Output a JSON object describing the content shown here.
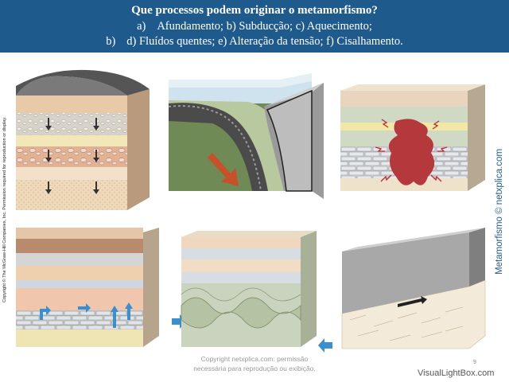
{
  "header": {
    "title": "Que processos podem originar o metamorfismo?",
    "line1_num": "a)",
    "line1": "Afundamento; b) Subducção; c) Aquecimento;",
    "line2_num": "b)",
    "line2": "d) Fluídos quentes; e) Alteração da tensão; f) Cisalhamento."
  },
  "side_copyright": "Copyright © The McGraw-Hill Companies, Inc. Permission required for reproduction or display.",
  "side_brand": "Metamorfismo © netxplica.com",
  "footer": {
    "line1": "Copyright netxplica.com: permissão",
    "line2": "necessária para reprodução ou exibição."
  },
  "page_number": "9",
  "watermark": "VisualLightBox.com",
  "colors": {
    "header_bg": "#1f5a8c",
    "header_text": "#ffffff",
    "brand_text": "#1f5a8c",
    "magma": "#b5383c",
    "arrow_orange": "#c8502a",
    "fluid_arrow": "#3a8fd0"
  },
  "panels": [
    {
      "id": "a",
      "name": "panel-burial-icon"
    },
    {
      "id": "b",
      "name": "panel-subduction-icon"
    },
    {
      "id": "c",
      "name": "panel-heating-icon"
    },
    {
      "id": "d",
      "name": "panel-hot-fluids-icon"
    },
    {
      "id": "e",
      "name": "panel-stress-change-icon"
    },
    {
      "id": "f",
      "name": "panel-shearing-icon"
    }
  ]
}
